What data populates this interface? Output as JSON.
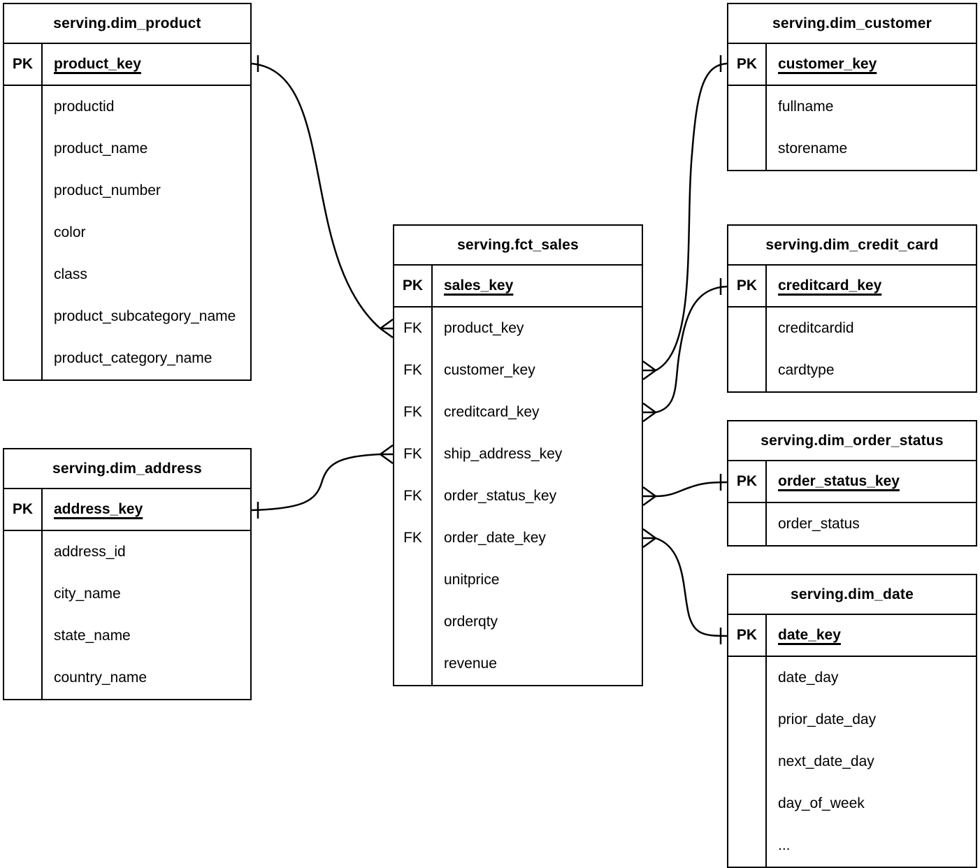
{
  "diagram": {
    "background_color": "#ffffff",
    "line_color": "#000000",
    "notation": "crow-foot",
    "tables": [
      {
        "id": "dim_product",
        "title": "serving.dim_product",
        "pk": {
          "badge": "PK",
          "name": "product_key"
        },
        "fields": [
          {
            "badge": "",
            "name": "productid"
          },
          {
            "badge": "",
            "name": "product_name"
          },
          {
            "badge": "",
            "name": "product_number"
          },
          {
            "badge": "",
            "name": "color"
          },
          {
            "badge": "",
            "name": "class"
          },
          {
            "badge": "",
            "name": "product_subcategory_name"
          },
          {
            "badge": "",
            "name": "product_category_name"
          }
        ]
      },
      {
        "id": "dim_customer",
        "title": "serving.dim_customer",
        "pk": {
          "badge": "PK",
          "name": "customer_key"
        },
        "fields": [
          {
            "badge": "",
            "name": "fullname"
          },
          {
            "badge": "",
            "name": "storename"
          }
        ]
      },
      {
        "id": "fct_sales",
        "title": "serving.fct_sales",
        "pk": {
          "badge": "PK",
          "name": "sales_key"
        },
        "fields": [
          {
            "badge": "FK",
            "name": "product_key"
          },
          {
            "badge": "FK",
            "name": "customer_key"
          },
          {
            "badge": "FK",
            "name": "creditcard_key"
          },
          {
            "badge": "FK",
            "name": "ship_address_key"
          },
          {
            "badge": "FK",
            "name": "order_status_key"
          },
          {
            "badge": "FK",
            "name": "order_date_key"
          },
          {
            "badge": "",
            "name": "unitprice"
          },
          {
            "badge": "",
            "name": "orderqty"
          },
          {
            "badge": "",
            "name": "revenue"
          }
        ]
      },
      {
        "id": "dim_credit_card",
        "title": "serving.dim_credit_card",
        "pk": {
          "badge": "PK",
          "name": "creditcard_key"
        },
        "fields": [
          {
            "badge": "",
            "name": "creditcardid"
          },
          {
            "badge": "",
            "name": "cardtype"
          }
        ]
      },
      {
        "id": "dim_order_status",
        "title": "serving.dim_order_status",
        "pk": {
          "badge": "PK",
          "name": "order_status_key"
        },
        "fields": [
          {
            "badge": "",
            "name": "order_status"
          }
        ]
      },
      {
        "id": "dim_date",
        "title": "serving.dim_date",
        "pk": {
          "badge": "PK",
          "name": "date_key"
        },
        "fields": [
          {
            "badge": "",
            "name": "date_day"
          },
          {
            "badge": "",
            "name": "prior_date_day"
          },
          {
            "badge": "",
            "name": "next_date_day"
          },
          {
            "badge": "",
            "name": "day_of_week"
          },
          {
            "badge": "",
            "name": "..."
          }
        ]
      },
      {
        "id": "dim_address",
        "title": "serving.dim_address",
        "pk": {
          "badge": "PK",
          "name": "address_key"
        },
        "fields": [
          {
            "badge": "",
            "name": "address_id"
          },
          {
            "badge": "",
            "name": "city_name"
          },
          {
            "badge": "",
            "name": "state_name"
          },
          {
            "badge": "",
            "name": "country_name"
          }
        ]
      }
    ],
    "relationships": [
      {
        "from": "fct_sales.product_key",
        "to": "dim_product.product_key",
        "from_cardinality": "many",
        "to_cardinality": "one"
      },
      {
        "from": "fct_sales.customer_key",
        "to": "dim_customer.customer_key",
        "from_cardinality": "many",
        "to_cardinality": "one"
      },
      {
        "from": "fct_sales.creditcard_key",
        "to": "dim_credit_card.creditcard_key",
        "from_cardinality": "many",
        "to_cardinality": "one"
      },
      {
        "from": "fct_sales.ship_address_key",
        "to": "dim_address.address_key",
        "from_cardinality": "many",
        "to_cardinality": "one"
      },
      {
        "from": "fct_sales.order_status_key",
        "to": "dim_order_status.order_status_key",
        "from_cardinality": "many",
        "to_cardinality": "one"
      },
      {
        "from": "fct_sales.order_date_key",
        "to": "dim_date.date_key",
        "from_cardinality": "many",
        "to_cardinality": "one"
      }
    ]
  }
}
